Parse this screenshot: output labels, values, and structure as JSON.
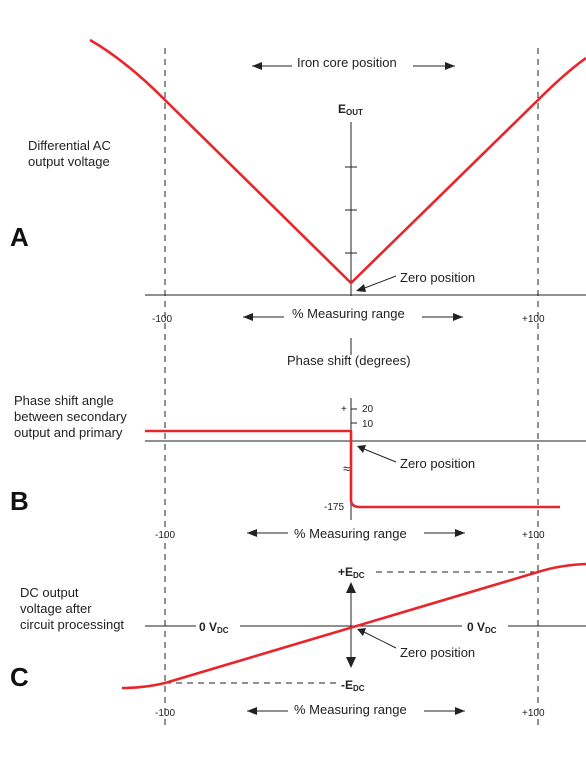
{
  "panelA": {
    "letter": "A",
    "ylabel_line1": "Differential AC",
    "ylabel_line2": "output voltage",
    "top_arrow_label": "Iron core position",
    "axis_label_main": "E",
    "axis_label_sub": "OUT",
    "zero_label": "Zero position",
    "x_left": "-100",
    "x_right": "+100",
    "x_label": "% Measuring range"
  },
  "panelB": {
    "letter": "B",
    "ylabel_line1": "Phase shift angle",
    "ylabel_line2": "between secondary",
    "ylabel_line3": "output and primary",
    "title": "Phase shift (degrees)",
    "tick_plus": "+",
    "tick_20": "20",
    "tick_10": "10",
    "tick_neg": "-175",
    "break_symbol": "≈",
    "zero_label": "Zero position",
    "x_left": "-100",
    "x_right": "+100",
    "x_label": "% Measuring range"
  },
  "panelC": {
    "letter": "C",
    "ylabel_line1": "DC output",
    "ylabel_line2": "voltage after",
    "ylabel_line3": "circuit processingt",
    "pos_main": "+E",
    "pos_sub": "DC",
    "neg_main": "-E",
    "neg_sub": "DC",
    "zero_left_main": "0 V",
    "zero_left_sub": "DC",
    "zero_right_main": "0 V",
    "zero_right_sub": "DC",
    "zero_label": "Zero position",
    "x_left": "-100",
    "x_right": "+100",
    "x_label": "% Measuring range"
  },
  "colors": {
    "curve": "#e8252b",
    "ink": "#222222"
  }
}
